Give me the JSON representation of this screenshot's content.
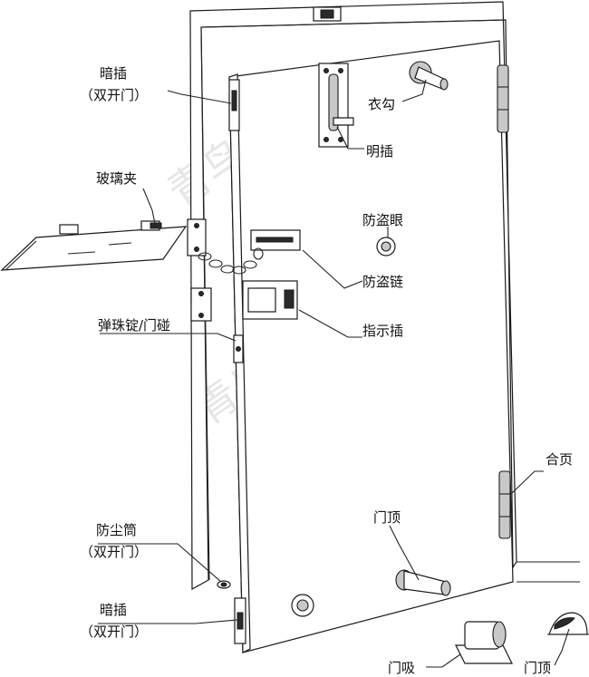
{
  "watermark": "青鸟图库",
  "labels": {
    "hidden_bolt_top": "暗插",
    "hidden_bolt_top_note": "（双开门）",
    "glass_clip": "玻璃夹",
    "spring_ball_lock": "弹珠锭/门碰",
    "dust_tube": "防尘筒",
    "dust_tube_note": "（双开门）",
    "hidden_bolt_bottom": "暗插",
    "hidden_bolt_bottom_note": "（双开门）",
    "coat_hook": "衣勾",
    "surface_bolt": "明插",
    "peephole": "防盗眼",
    "security_chain": "防盗链",
    "indicator_bolt": "指示插",
    "hinge": "合页",
    "door_stopper": "门顶",
    "door_catch": "门吸",
    "floor_stop": "门顶"
  }
}
